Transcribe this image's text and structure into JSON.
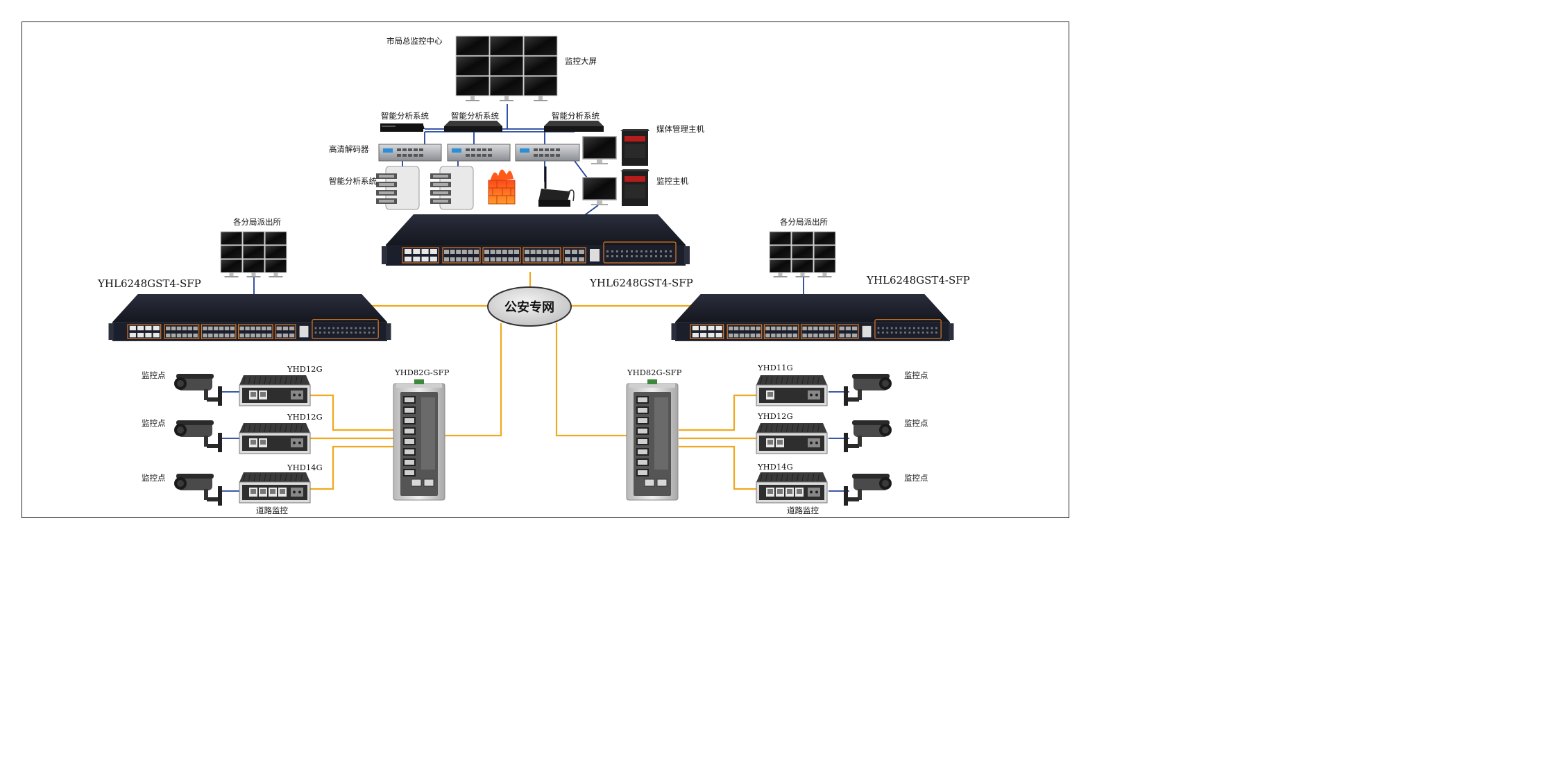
{
  "labels": {
    "hq_center": "市局总监控中心",
    "video_wall": "监控大屏",
    "analysis_1": "智能分析系统",
    "analysis_2": "智能分析系统",
    "analysis_3": "智能分析系统",
    "analysis_storage": "智能分析系统",
    "hd_decoder": "高清解码器",
    "media_host": "媒体管理主机",
    "monitor_host": "监控主机",
    "branch_left": "各分局派出所",
    "branch_right": "各分局派出所",
    "core_switch_model": "YHL6248GST4-SFP",
    "left_switch_model": "YHL6248GST4-SFP",
    "right_switch_model": "YHL6248GST4-SFP",
    "network_cloud": "公安专网",
    "rail_left_model": "YHD82G-SFP",
    "rail_right_model": "YHD82G-SFP",
    "left_device_1": "YHD12G",
    "left_device_2": "YHD12G",
    "left_device_3": "YHD14G",
    "right_device_1": "YHD11G",
    "right_device_2": "YHD12G",
    "right_device_3": "YHD14G",
    "left_cam_1": "监控点",
    "left_cam_2": "监控点",
    "left_cam_3": "监控点",
    "right_cam_1": "监控点",
    "right_cam_2": "监控点",
    "right_cam_3": "监控点",
    "road_left": "道路监控",
    "road_right": "道路监控"
  },
  "colors": {
    "fiber_link": "#f0a81e",
    "copper_link": "#1f3f99",
    "cloud_fill": "#e6e6e6",
    "cloud_stroke": "#333333",
    "switch_body": "#1b1e2b",
    "port_accent": "#e07a22"
  }
}
